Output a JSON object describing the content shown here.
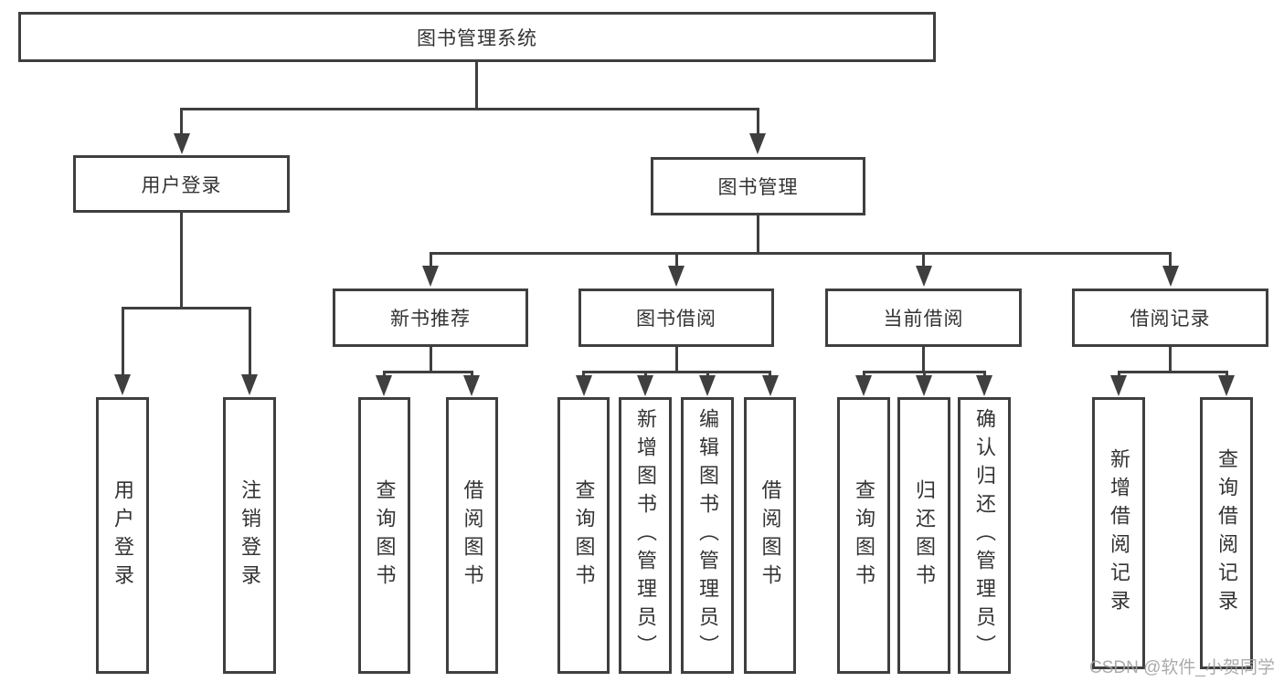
{
  "diagram": {
    "root": "图书管理系统",
    "level2": [
      "用户登录",
      "图书管理"
    ],
    "level3": [
      "新书推荐",
      "图书借阅",
      "当前借阅",
      "借阅记录"
    ],
    "leaves_user_login": [
      "用户登录",
      "注销登录"
    ],
    "leaves_new_books": [
      "查询图书",
      "借阅图书"
    ],
    "leaves_book_borrow": [
      "查询图书",
      "新增图书（管理员）",
      "编辑图书（管理员）",
      "借阅图书"
    ],
    "leaves_current_borrow": [
      "查询图书",
      "归还图书",
      "确认归还（管理员）"
    ],
    "leaves_borrow_records": [
      "新增借阅记录",
      "查询借阅记录"
    ]
  },
  "watermark": "CSDN @软件_小贺同学",
  "colors": {
    "line": "#3f3f3f",
    "text": "#333333",
    "background": "#ffffff",
    "watermark": "#a2a2a2"
  }
}
